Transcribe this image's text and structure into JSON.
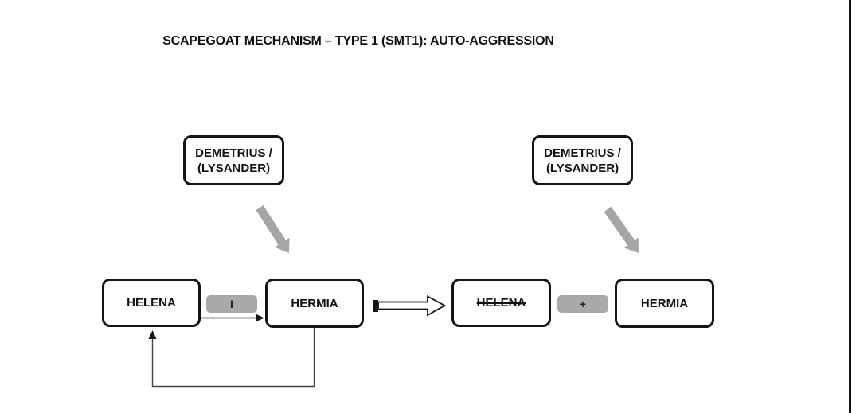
{
  "page": {
    "title": "SCAPEGOAT MECHANISM – TYPE 1 (SMT1): AUTO-AGGRESSION"
  },
  "diagram": {
    "left": {
      "demetrius": {
        "line1": "DEMETRIUS /",
        "line2": "(LYSANDER)"
      },
      "helena": "HELENA",
      "hermia": "HERMIA",
      "relation_label": "I"
    },
    "right": {
      "demetrius": {
        "line1": "DEMETRIUS /",
        "line2": "(LYSANDER)"
      },
      "helena": "HELENA",
      "helena_crossed_out": true,
      "hermia": "HERMIA",
      "relation_label": "+"
    }
  },
  "icons": {
    "aggression_arrow": "thick-gray-diagonal-arrow",
    "transform_arrow": "hollow-right-arrow",
    "attack_arrow": "thin-black-right-arrow",
    "feedback_loop": "return-loop-up-arrow"
  },
  "colors": {
    "badge_gray": "#a9a9a9",
    "arrow_gray": "#a6a6a6",
    "line_black": "#141414",
    "background": "#ffffff"
  }
}
